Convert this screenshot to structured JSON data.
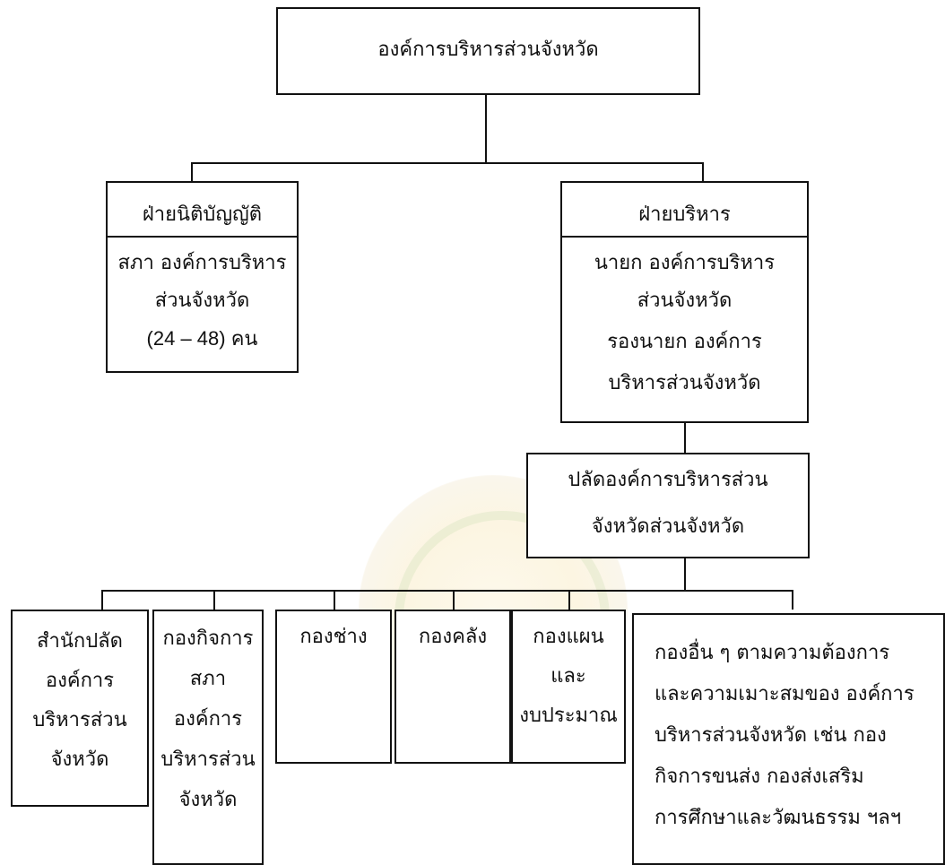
{
  "top": {
    "line1": "องค์การบริหารส่วนจังหวัด"
  },
  "legislative": {
    "title": "ฝ่ายนิติบัญญัติ",
    "lines": [
      "สภา องค์การบริหาร",
      "ส่วนจังหวัด",
      "(24 – 48) คน"
    ]
  },
  "executive": {
    "title": "ฝ่ายบริหาร",
    "lines": [
      "นายก องค์การบริหาร",
      "ส่วนจังหวัด",
      "รองนายก องค์การ",
      "บริหารส่วนจังหวัด"
    ]
  },
  "secretary": {
    "lines": [
      "ปลัดองค์การบริหารส่วน",
      "จังหวัดส่วนจังหวัด"
    ]
  },
  "departments": [
    {
      "lines": [
        "สำนักปลัด",
        "องค์การ",
        "บริหารส่วน",
        "จังหวัด"
      ]
    },
    {
      "lines": [
        "กองกิจการ",
        "สภา",
        "องค์การ",
        "บริหารส่วน",
        "จังหวัด"
      ]
    },
    {
      "lines": [
        "กองช่าง"
      ]
    },
    {
      "lines": [
        "กองคลัง"
      ]
    },
    {
      "lines": [
        "กองแผน",
        "และ",
        "งบประมาณ"
      ]
    },
    {
      "lines": [
        "กองอื่น ๆ ตามความต้องการ",
        "และความเมาะสมของ องค์การ",
        "บริหารส่วนจังหวัด เช่น กอง",
        "กิจการขนส่ง กองส่งเสริม",
        "การศึกษาและวัฒนธรรม ฯลฯ"
      ]
    }
  ]
}
